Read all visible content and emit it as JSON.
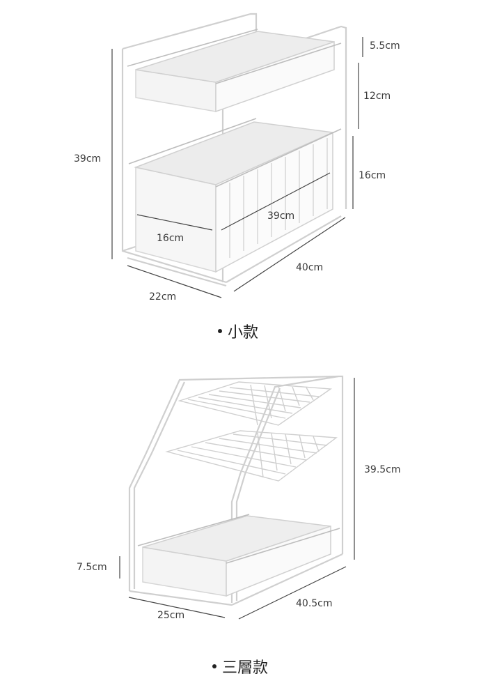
{
  "small": {
    "caption": "小款",
    "dims": {
      "top_drawer": "5.5cm",
      "gap": "12cm",
      "bottom_drawer": "16cm",
      "height": "39cm",
      "depth_inner": "39cm",
      "width_inner": "16cm",
      "depth": "40cm",
      "width": "22cm"
    }
  },
  "three_tier": {
    "caption": "三層款",
    "dims": {
      "height": "39.5cm",
      "drawer": "7.5cm",
      "depth": "40.5cm",
      "width": "25cm"
    }
  }
}
